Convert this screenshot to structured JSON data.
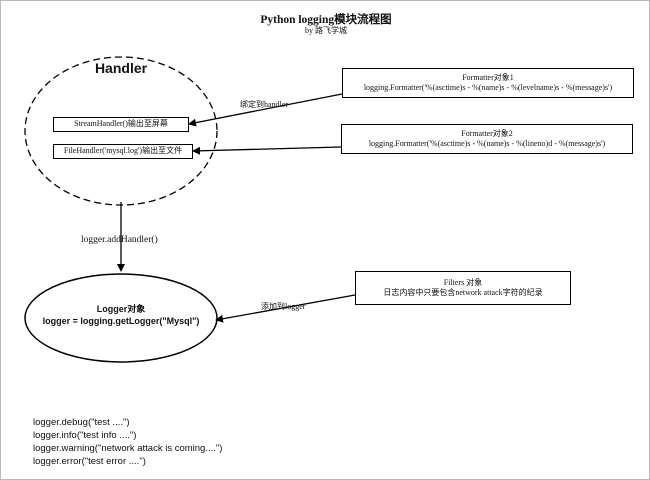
{
  "title": "Python logging模块流程图",
  "subtitle": "by 路飞学城",
  "handler": {
    "title": "Handler",
    "stream": "StreamHandler()输出至屏幕",
    "file": "FileHandler('mysql.log')输出至文件"
  },
  "formatter1": {
    "title": "Formatter对象1",
    "code": "logging.Formatter('%(asctime)s - %(name)s - %(levelname)s - %(message)s')"
  },
  "formatter2": {
    "title": "Formatter对象2",
    "code": "logging.Formatter('%(asctime)s - %(name)s - %(lineno)d - %(message)s')"
  },
  "edges": {
    "bind_label": "绑定到handler",
    "add_handler_label": "logger.addHandler()",
    "add_filter_label": "添加到logger"
  },
  "filters": {
    "title": "Filters 对象",
    "desc": "日志内容中只要包含network attack字符的纪录"
  },
  "logger": {
    "title": "Logger对象",
    "code": "logger = logging.getLogger(\"Mysql\")"
  },
  "code_lines": [
    "logger.debug(\"test ....\")",
    "logger.info(\"test info ....\")",
    "logger.warning(\"network attack is coming....\")",
    "logger.error(\"test error ....\")"
  ]
}
